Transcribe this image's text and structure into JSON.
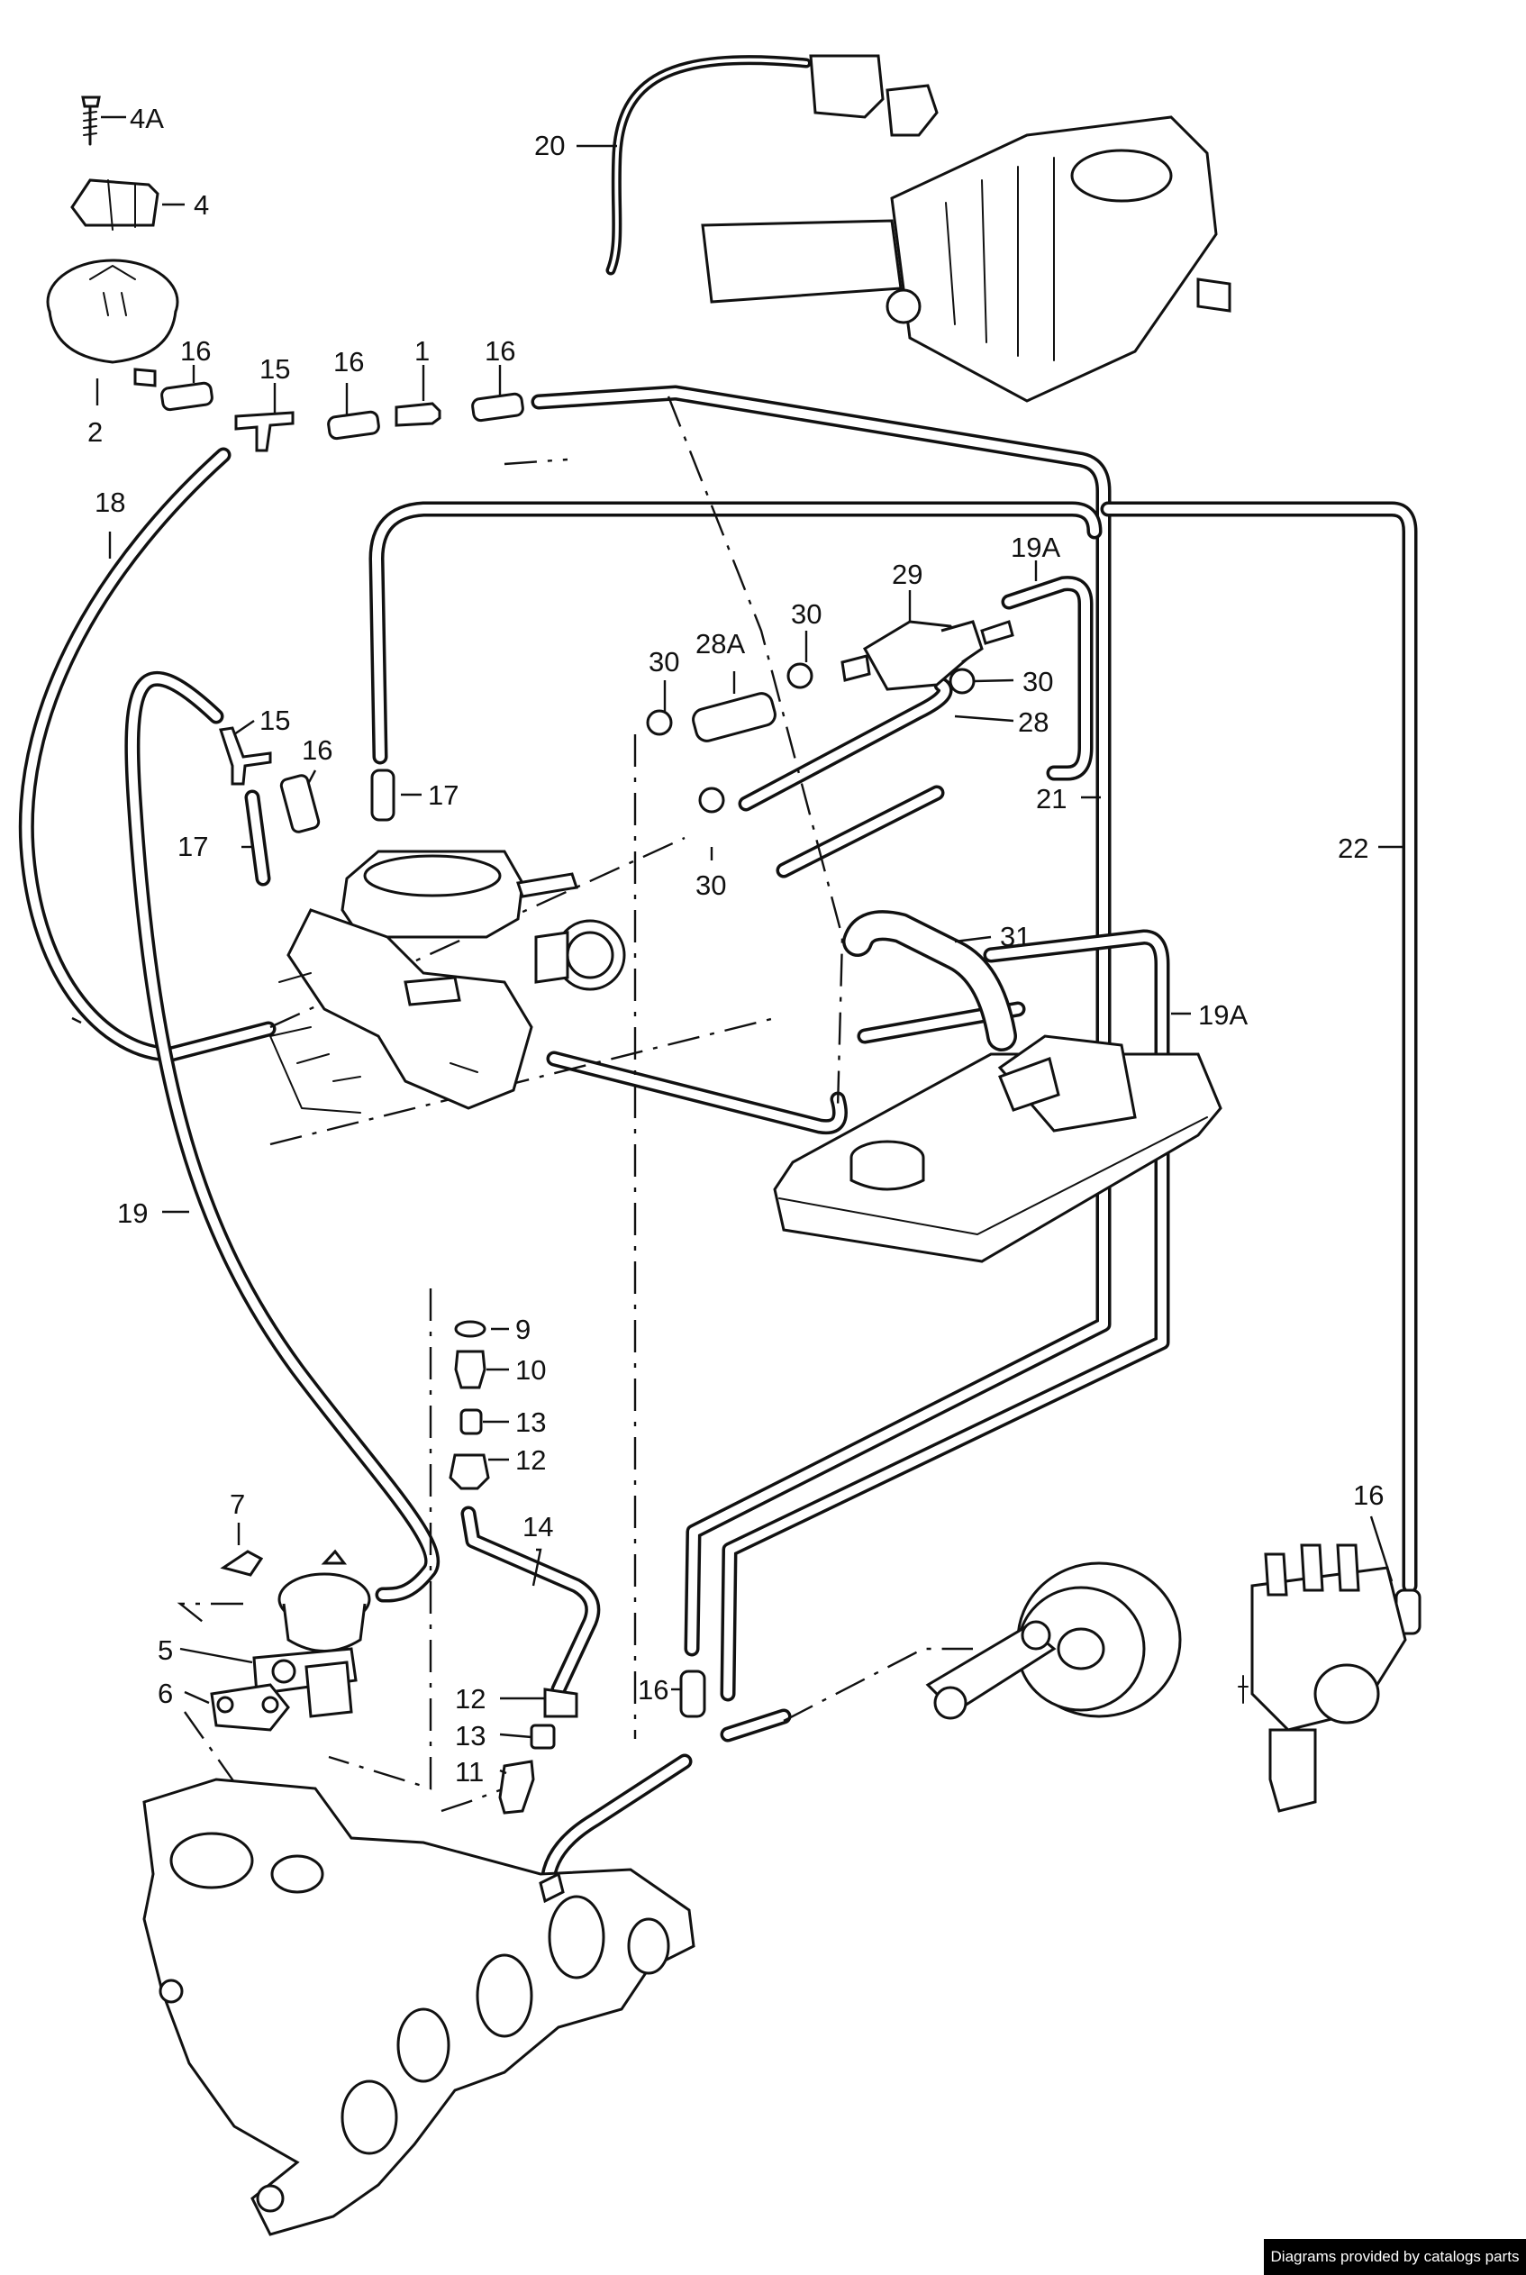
{
  "callouts": {
    "c4A": "4A",
    "c4": "4",
    "c2": "2",
    "c16a": "16",
    "c15a": "15",
    "c16b": "16",
    "c1": "1",
    "c16c": "16",
    "c20": "20",
    "c18": "18",
    "c19A_top": "19A",
    "c29": "29",
    "c30a": "30",
    "c28A": "28A",
    "c30b": "30",
    "c30c": "30",
    "c28": "28",
    "c15b": "15",
    "c16d": "16",
    "c17a": "17",
    "c17b": "17",
    "c21": "21",
    "c22": "22",
    "c30d": "30",
    "c31": "31",
    "c19A_right": "19A",
    "c19": "19",
    "c9": "9",
    "c10": "10",
    "c13a": "13",
    "c12a": "12",
    "c14": "14",
    "c7": "7",
    "c5": "5",
    "c6": "6",
    "c12b": "12",
    "c13b": "13",
    "c11": "11",
    "c16e": "16",
    "c16f": "16"
  },
  "footer": {
    "credit": "Diagrams provided by catalogs parts"
  }
}
